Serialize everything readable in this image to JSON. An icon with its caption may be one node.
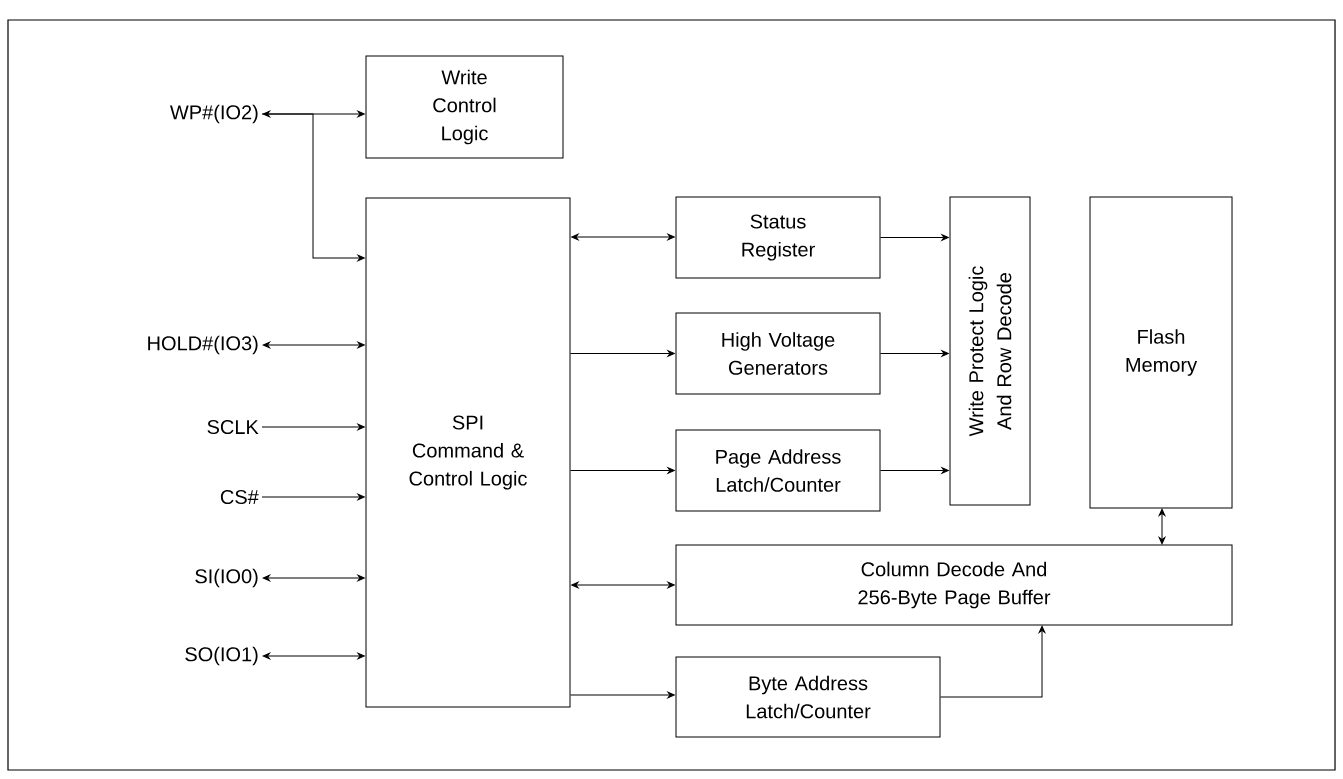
{
  "diagram": {
    "nodes": [
      {
        "text": [
          "WP#(IO2)"
        ]
      },
      {
        "text": [
          "HOLD#(IO3)"
        ]
      },
      {
        "text": [
          "SCLK"
        ]
      },
      {
        "text": [
          "CS#"
        ]
      },
      {
        "text": [
          "SI(IO0)"
        ]
      },
      {
        "text": [
          "SO(IO1)"
        ]
      },
      {
        "text": [
          "Write Control Logic"
        ]
      },
      {
        "text": [
          "SPI Command & Control Logic"
        ]
      },
      {
        "text": [
          "Status Register"
        ]
      },
      {
        "text": [
          "High Voltage Generators"
        ]
      },
      {
        "text": [
          "Page Address Latch/Counter"
        ]
      },
      {
        "text": [
          "Write Protect Logic And Row Decode"
        ]
      },
      {
        "text": [
          "Flash Memory"
        ]
      },
      {
        "text": [
          "Column Decode And 256-Byte Page Buffer"
        ]
      },
      {
        "text": [
          "Byte Address Latch/Counter"
        ]
      }
    ],
    "edges": [
      {
        "from": 0,
        "to": 6,
        "arrow": "both"
      },
      {
        "from": 0,
        "to": 7,
        "arrow": "to"
      },
      {
        "from": 1,
        "to": 7,
        "arrow": "both"
      },
      {
        "from": 2,
        "to": 7,
        "arrow": "to"
      },
      {
        "from": 3,
        "to": 7,
        "arrow": "to"
      },
      {
        "from": 4,
        "to": 7,
        "arrow": "both"
      },
      {
        "from": 5,
        "to": 7,
        "arrow": "both"
      },
      {
        "from": 7,
        "to": 8,
        "arrow": "both"
      },
      {
        "from": 7,
        "to": 9,
        "arrow": "to"
      },
      {
        "from": 7,
        "to": 10,
        "arrow": "to"
      },
      {
        "from": 7,
        "to": 13,
        "arrow": "both"
      },
      {
        "from": 7,
        "to": 14,
        "arrow": "to"
      },
      {
        "from": 8,
        "to": 11,
        "arrow": "to"
      },
      {
        "from": 9,
        "to": 11,
        "arrow": "to"
      },
      {
        "from": 10,
        "to": 11,
        "arrow": "to"
      },
      {
        "from": 12,
        "to": 13,
        "arrow": "both"
      },
      {
        "from": 14,
        "to": 13,
        "arrow": "to"
      }
    ]
  }
}
